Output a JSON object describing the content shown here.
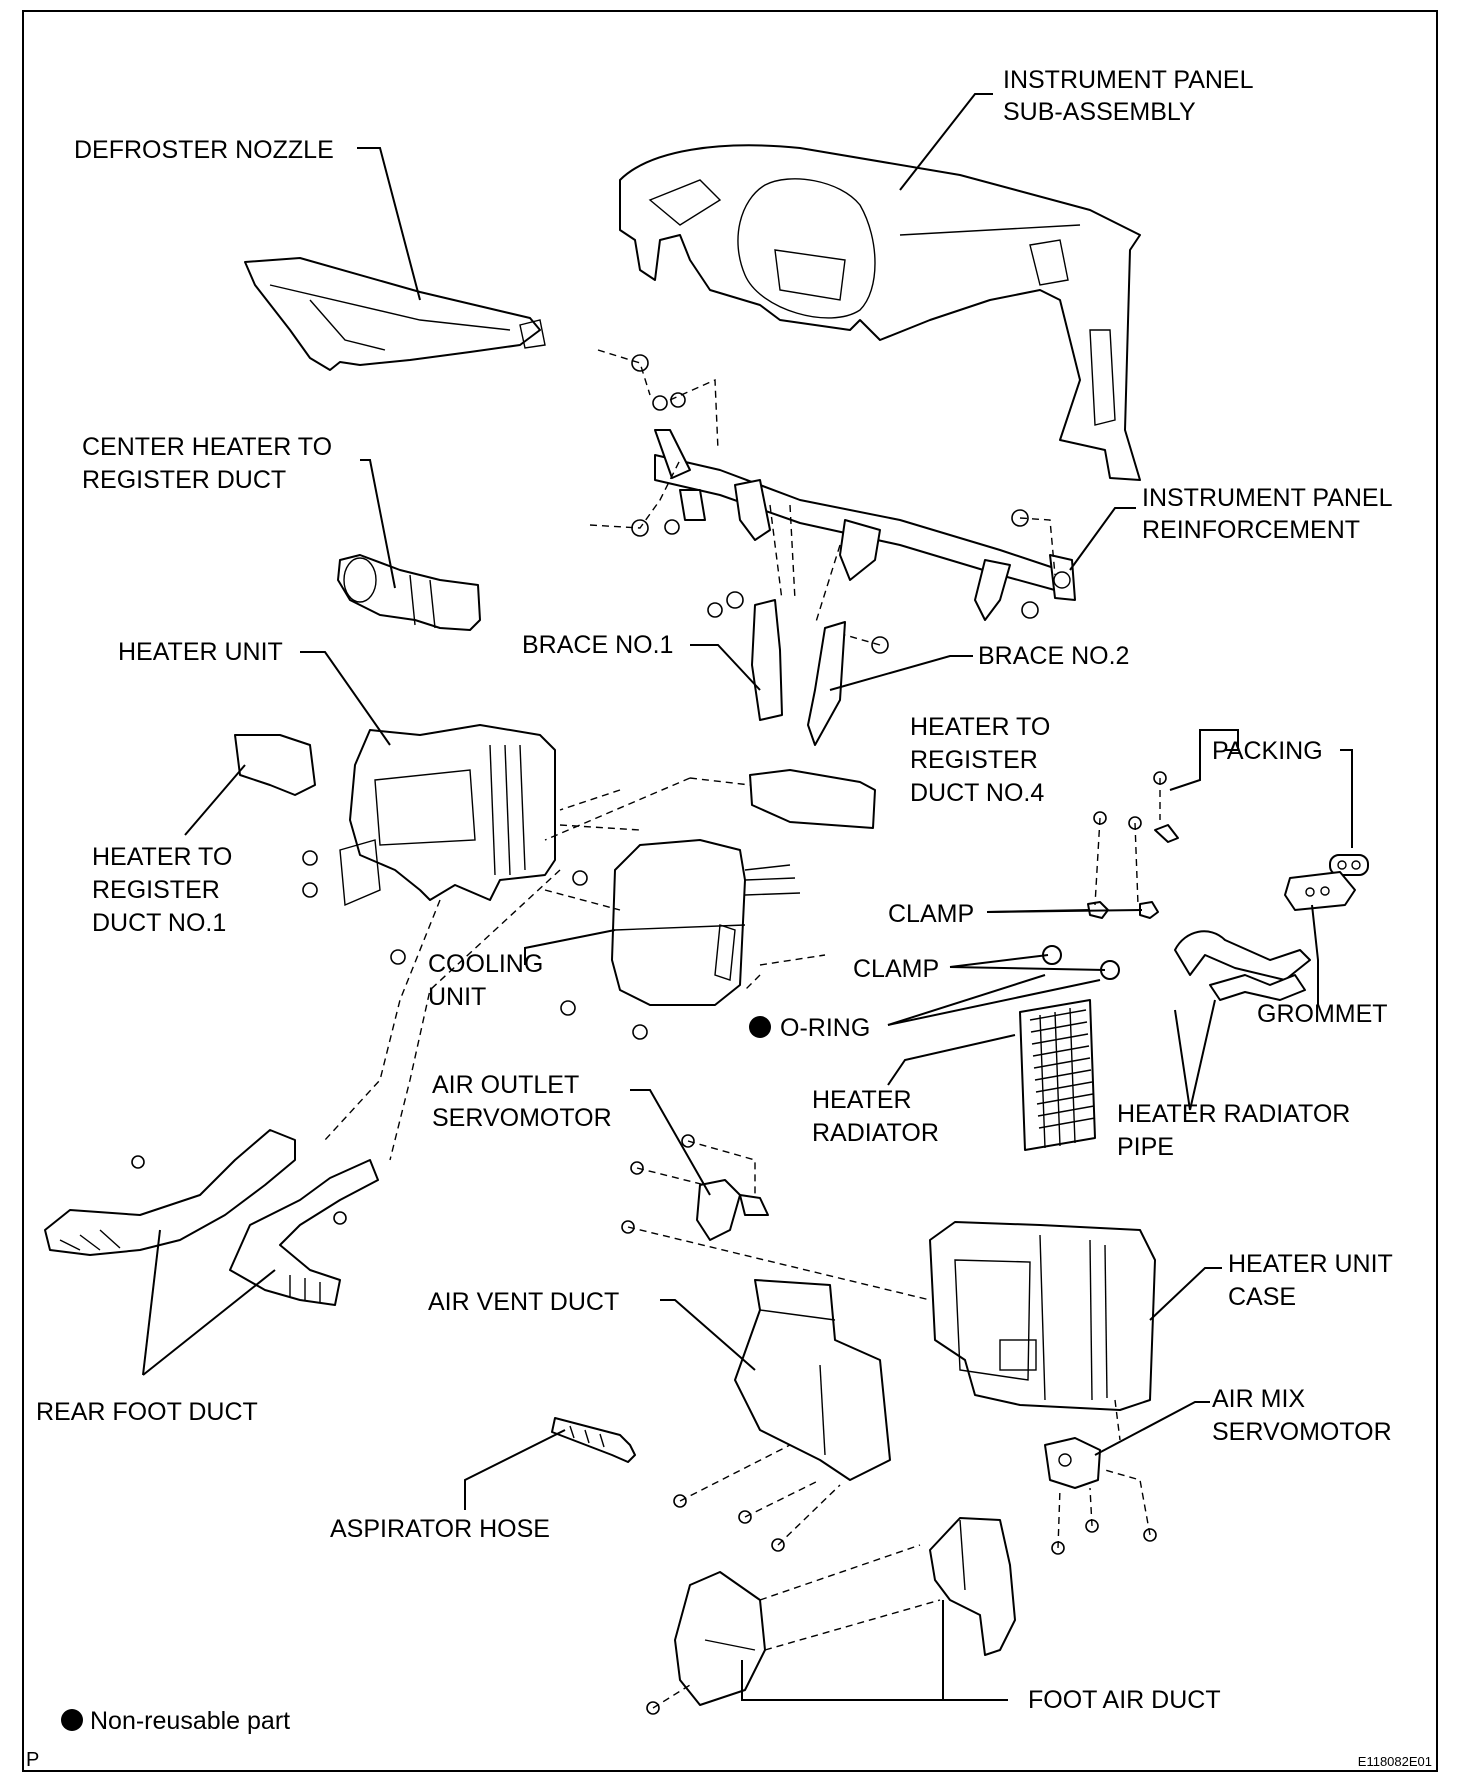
{
  "labels": {
    "instrument_panel": [
      "INSTRUMENT PANEL",
      "SUB-ASSEMBLY"
    ],
    "defroster_nozzle": [
      "DEFROSTER NOZZLE"
    ],
    "center_heater_duct": [
      "CENTER HEATER TO",
      "REGISTER DUCT"
    ],
    "instrument_panel_reinforcement": [
      "INSTRUMENT PANEL",
      "REINFORCEMENT"
    ],
    "heater_unit": [
      "HEATER UNIT"
    ],
    "brace_no1": [
      "BRACE NO.1"
    ],
    "brace_no2": [
      "BRACE NO.2"
    ],
    "heater_register_duct_no4": [
      "HEATER TO",
      "REGISTER",
      "DUCT NO.4"
    ],
    "packing": [
      "PACKING"
    ],
    "heater_register_duct_no1": [
      "HEATER TO",
      "REGISTER",
      "DUCT NO.1"
    ],
    "clamp_1": [
      "CLAMP"
    ],
    "clamp_2": [
      "CLAMP"
    ],
    "cooling_unit": [
      "COOLING",
      "UNIT"
    ],
    "o_ring": [
      "O-RING"
    ],
    "grommet": [
      "GROMMET"
    ],
    "heater_radiator": [
      "HEATER",
      "RADIATOR"
    ],
    "heater_radiator_pipe": [
      "HEATER RADIATOR",
      "PIPE"
    ],
    "air_outlet_servomotor": [
      "AIR OUTLET",
      "SERVOMOTOR"
    ],
    "heater_unit_case": [
      "HEATER UNIT",
      "CASE"
    ],
    "air_vent_duct": [
      "AIR VENT DUCT"
    ],
    "air_mix_servomotor": [
      "AIR MIX",
      "SERVOMOTOR"
    ],
    "rear_foot_duct": [
      "REAR FOOT DUCT"
    ],
    "aspirator_hose": [
      "ASPIRATOR HOSE"
    ],
    "foot_air_duct": [
      "FOOT AIR DUCT"
    ]
  },
  "legend": {
    "text": "Non-reusable part"
  },
  "corner_mark": "P",
  "figure_code": "E118082E01"
}
